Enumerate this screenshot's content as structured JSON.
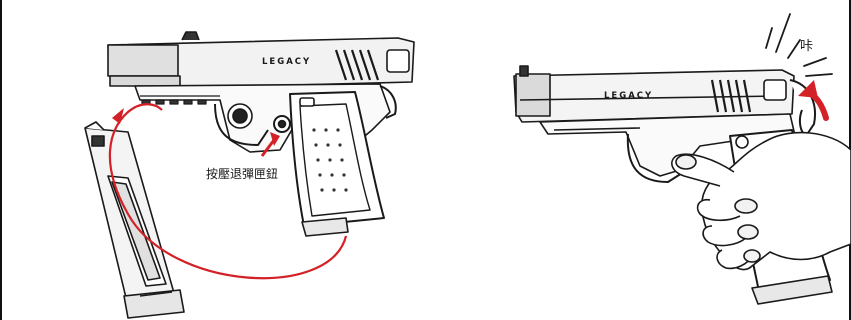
{
  "slide_engraving": "LEGACY",
  "release_button_label": "按壓退彈匣鈕",
  "click_label": "咔",
  "colors": {
    "arrow": "#d42027",
    "ink": "#1a1a1a"
  }
}
